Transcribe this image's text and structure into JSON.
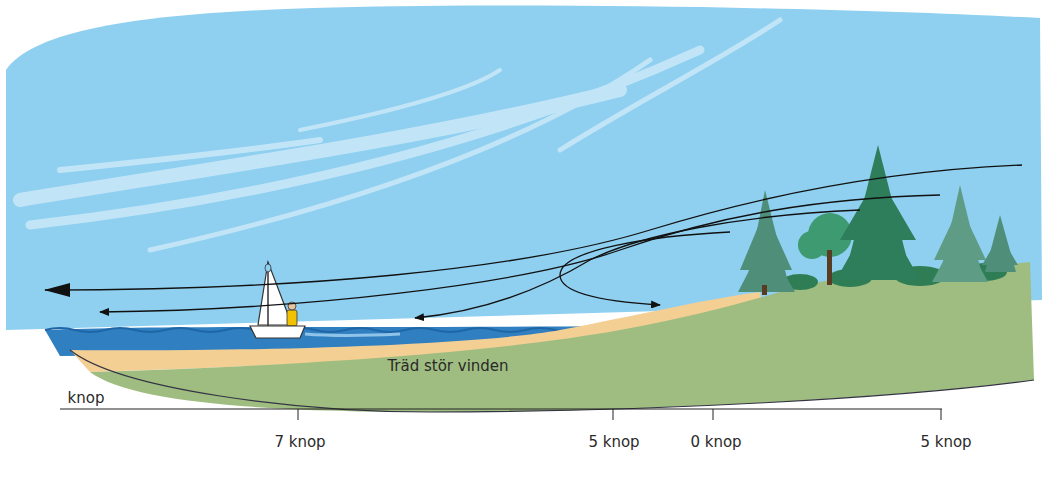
{
  "diagram": {
    "labels": [
      "Träd stör vinden",
      "knop",
      "7 knop",
      "5 knop",
      "0 knop",
      "5 knop"
    ]
  }
}
